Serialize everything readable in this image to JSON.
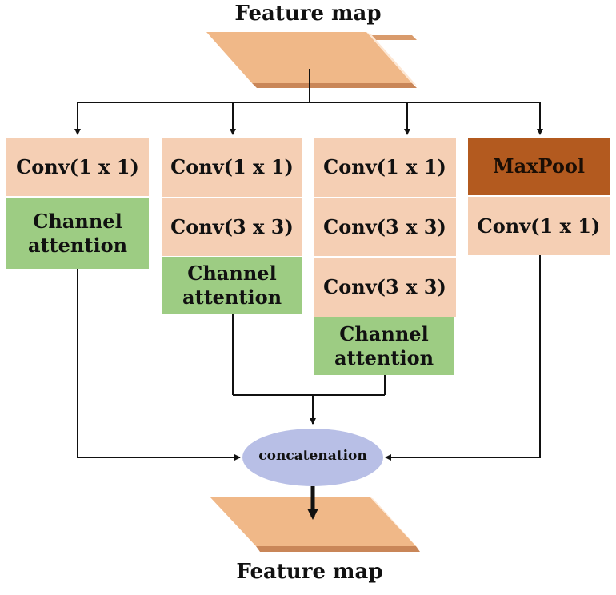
{
  "top_label": "Feature map",
  "bottom_label": "Feature map",
  "merge_label": "concatenation",
  "branch1": {
    "conv1": "Conv(1 x 1)",
    "ca": "Channel\nattention"
  },
  "branch2": {
    "conv1": "Conv(1 x 1)",
    "conv3": "Conv(3 x 3)",
    "ca": "Channel\nattention"
  },
  "branch3": {
    "conv1": "Conv(1 x 1)",
    "conv3a": "Conv(3 x 3)",
    "conv3b": "Conv(3 x 3)",
    "ca": "Channel\nattention"
  },
  "branch4": {
    "pool": "MaxPool",
    "conv1": "Conv(1 x 1)"
  },
  "colors": {
    "conv": "#f5cfb4",
    "channel_attention": "#9dcc83",
    "maxpool": "#b35a1f",
    "concat_ellipse": "#b8bfe6",
    "feature_map": "#f0b888"
  }
}
